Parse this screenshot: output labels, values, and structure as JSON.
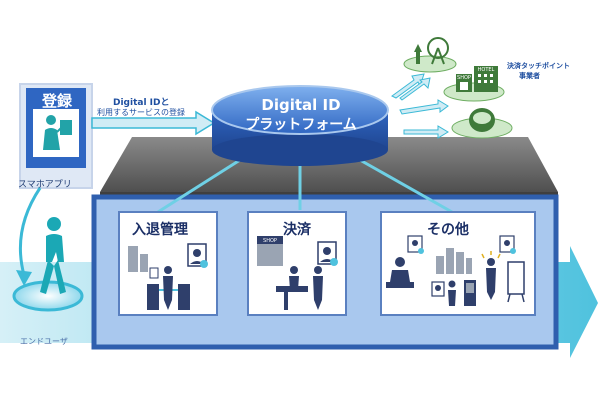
{
  "registration": {
    "title": "登録",
    "app_label": "スマホアプリ"
  },
  "flow_label": {
    "line1": "Digital IDと",
    "line2": "利用するサービスの登録"
  },
  "platform": {
    "line1": "Digital ID",
    "line2": "プラットフォーム"
  },
  "business": {
    "line1": "決済タッチポイント",
    "line2": "事業者",
    "shop_sign": "SHOP",
    "hotel_sign": "HOTEL"
  },
  "end_user": "エンドユーザ",
  "categories": {
    "entry": "入退管理",
    "payment": "決済",
    "other": "その他"
  },
  "payment_shop_sign": "SHOP",
  "colors": {
    "navy": "#1f3c73",
    "blue": "#2f66c2",
    "light_blue": "#a9c8ee",
    "teal": "#3bb9d6",
    "gray": "#666666"
  }
}
